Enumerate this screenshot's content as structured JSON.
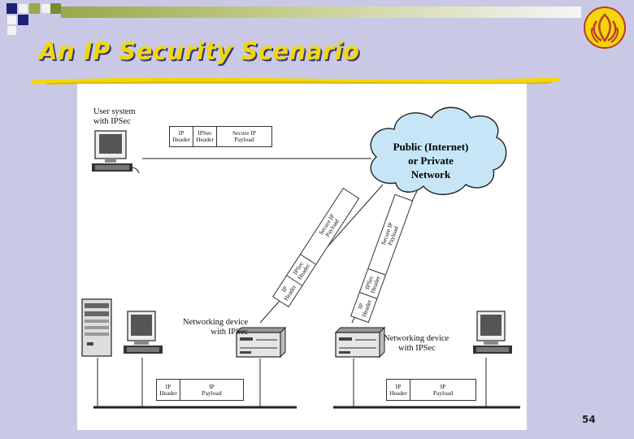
{
  "slide": {
    "title": "An IP Security Scenario",
    "page_number": "54"
  },
  "diagram": {
    "cloud_label": [
      "Public (Internet)",
      "or Private",
      "Network"
    ],
    "user_system_label": [
      "User system",
      "with IPSec"
    ],
    "networking_device_left_label": [
      "Networking device",
      "with IPSec"
    ],
    "networking_device_right_label": [
      "Networking device",
      "with IPSec"
    ],
    "secure_packet": {
      "fields": [
        [
          "IP",
          "Header"
        ],
        [
          "IPSec",
          "Header"
        ],
        [
          "Secure IP",
          "Payload"
        ]
      ]
    },
    "plain_packet": {
      "fields": [
        [
          "IP",
          "Header"
        ],
        [
          "IP",
          "Payload"
        ]
      ]
    }
  },
  "colors": {
    "background": "#c9c9e6",
    "title": "#f2d60a",
    "cloud_fill": "#c6e6f7",
    "accent_olive": "#98a84a",
    "navy": "#1f1f7a"
  }
}
